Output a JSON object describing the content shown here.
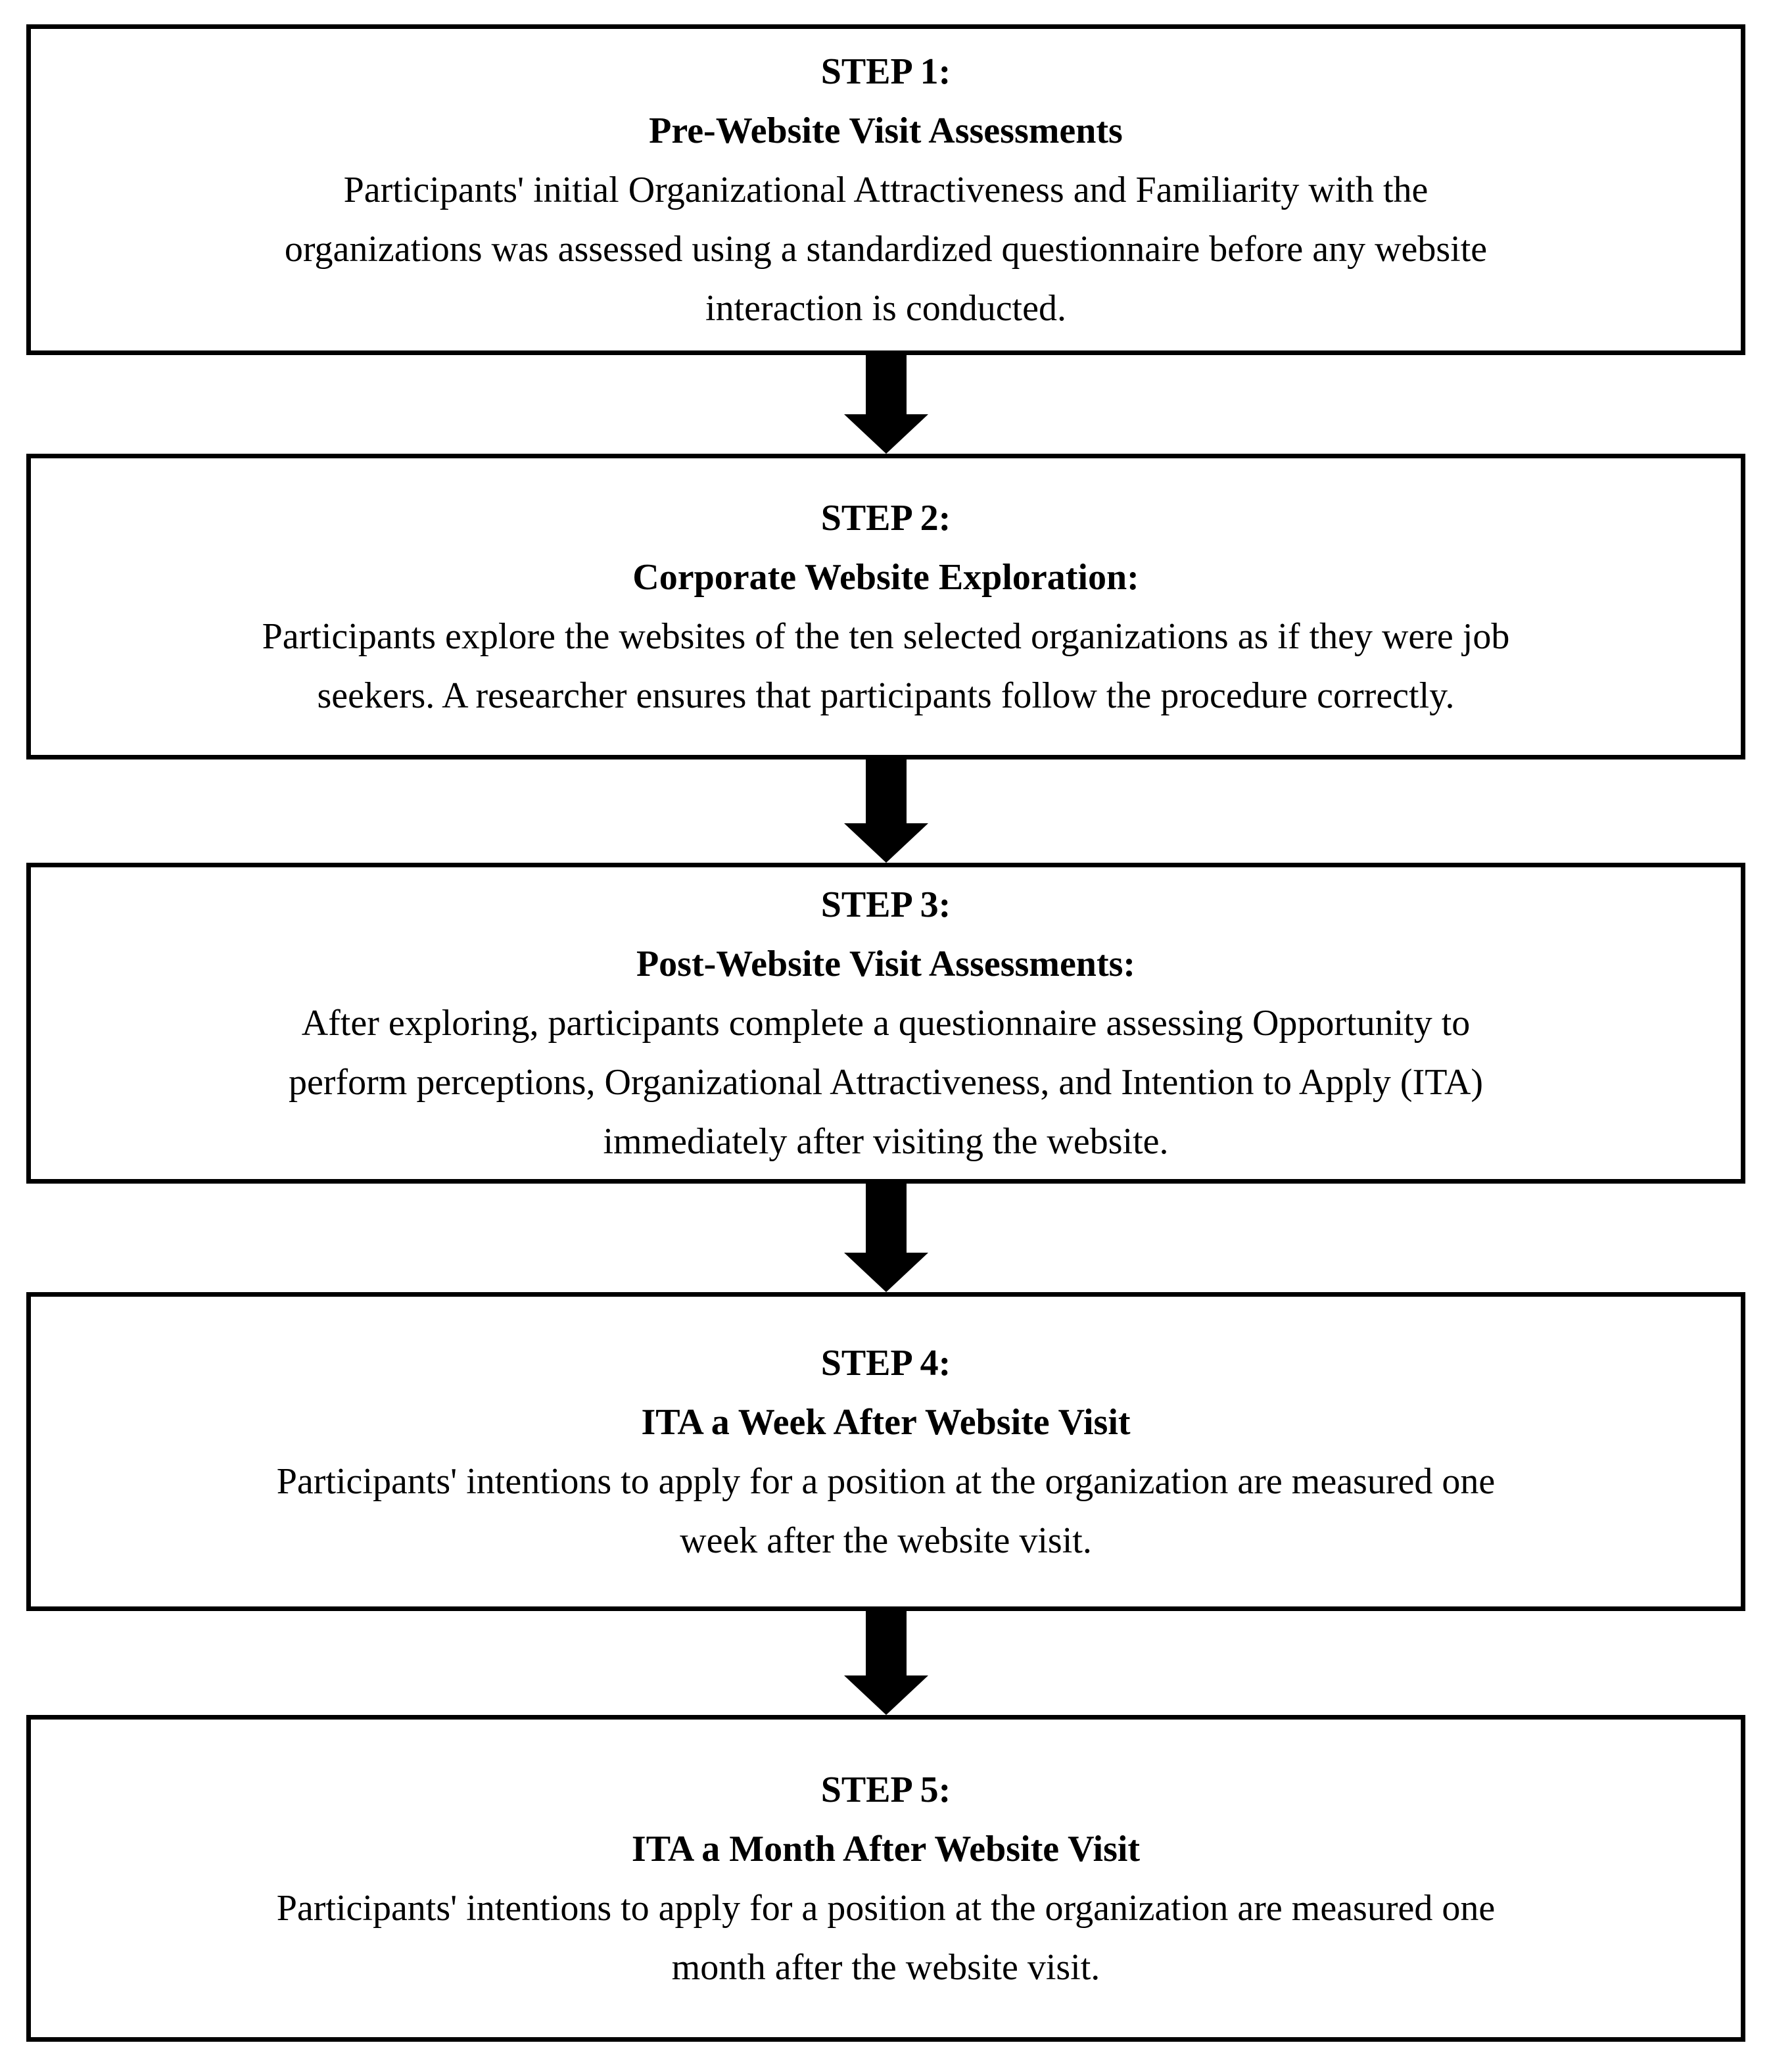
{
  "figure": {
    "type": "flowchart",
    "direction": "vertical",
    "colors": {
      "background": "#ffffff",
      "box_border": "#000000",
      "text": "#000000",
      "arrow": "#000000"
    },
    "steps": [
      {
        "label": "STEP 1:",
        "title": "Pre-Website Visit Assessments",
        "body": "Participants' initial Organizational Attractiveness and Familiarity with the\norganizations was assessed using a standardized questionnaire before any website\ninteraction is conducted."
      },
      {
        "label": "STEP 2:",
        "title": "Corporate Website Exploration:",
        "body": "Participants explore the websites of the ten selected organizations as if they were job\nseekers. A researcher ensures that participants follow the procedure correctly."
      },
      {
        "label": "STEP 3:",
        "title": "Post-Website Visit Assessments:",
        "body": "After exploring, participants complete a questionnaire assessing Opportunity to\nperform perceptions, Organizational Attractiveness, and Intention to Apply (ITA)\nimmediately after visiting the website."
      },
      {
        "label": "STEP 4:",
        "title": "ITA a Week After Website Visit",
        "body": "Participants' intentions to apply for a position at the organization are measured one\nweek after the website visit."
      },
      {
        "label": "STEP 5:",
        "title": "ITA a Month After Website Visit",
        "body": "Participants' intentions to apply for a position at the organization are measured one\nmonth after the website visit."
      }
    ]
  }
}
